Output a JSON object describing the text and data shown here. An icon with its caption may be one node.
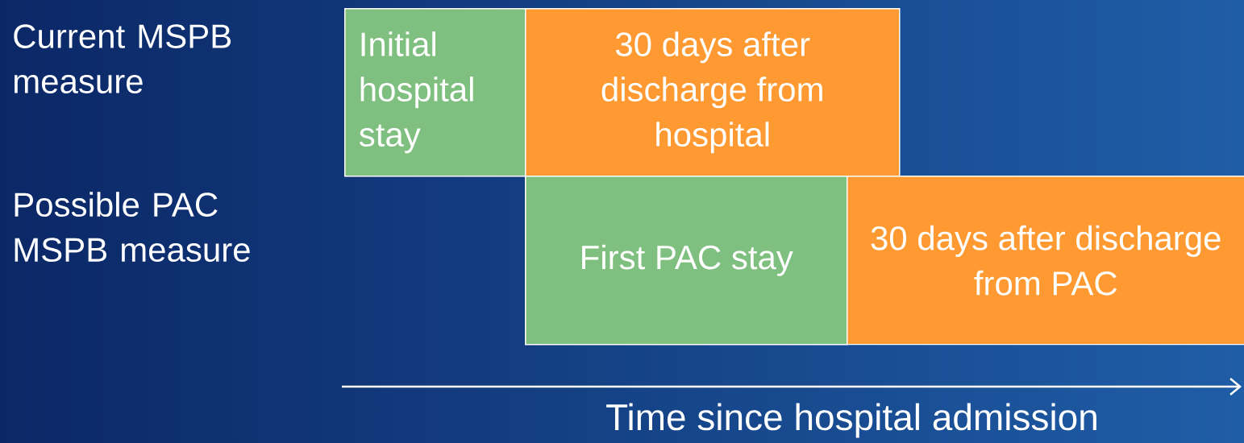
{
  "diagram": {
    "nodes": [
      {
        "text": [
          "Initial hospital stay"
        ]
      },
      {
        "text": [
          "30 days after discharge from hospital"
        ]
      },
      {
        "text": [
          "First PAC stay"
        ]
      },
      {
        "text": [
          "30 days after discharge from PAC"
        ]
      }
    ],
    "labels": [
      "Current MSPB measure",
      "Possible PAC MSPB measure",
      "Time since hospital admission"
    ]
  }
}
